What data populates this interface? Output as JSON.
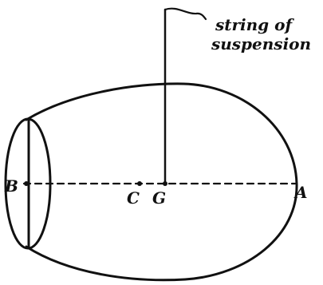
{
  "caption": {
    "line1": "string of",
    "line2": "suspension"
  },
  "labels": {
    "a": "A",
    "b": "B",
    "c": "C",
    "g": "G"
  }
}
